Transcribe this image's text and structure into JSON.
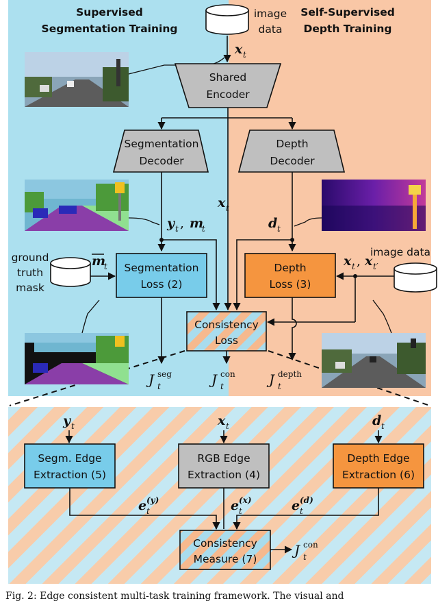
{
  "sections": {
    "supervised_line1": "Supervised",
    "supervised_line2": "Segmentation Training",
    "selfsup_line1": "Self-Supervised",
    "selfsup_line2": "Depth Training"
  },
  "image_data_top": {
    "line1": "image",
    "line2": "data"
  },
  "image_data_right": "image data",
  "ground_truth": {
    "line1": "ground",
    "line2": "truth",
    "line3": "mask"
  },
  "boxes": {
    "shared_encoder": {
      "line1": "Shared",
      "line2": "Encoder"
    },
    "seg_decoder": {
      "line1": "Segmentation",
      "line2": "Decoder"
    },
    "depth_decoder": {
      "line1": "Depth",
      "line2": "Decoder"
    },
    "seg_loss": {
      "line1": "Segmentation",
      "line2": "Loss (2)"
    },
    "depth_loss": {
      "line1": "Depth",
      "line2": "Loss (3)"
    },
    "consistency_loss": {
      "line1": "Consistency",
      "line2": "Loss"
    },
    "segm_edge": {
      "line1": "Segm. Edge",
      "line2": "Extraction (5)"
    },
    "rgb_edge": {
      "line1": "RGB Edge",
      "line2": "Extraction (4)"
    },
    "depth_edge": {
      "line1": "Depth Edge",
      "line2": "Extraction (6)"
    },
    "consistency_measure": {
      "line1": "Consistency",
      "line2": "Measure (7)"
    }
  },
  "symbols": {
    "x": "x",
    "t": "t",
    "y": "y",
    "m": "m",
    "d": "d",
    "e": "e",
    "comma": ",",
    "prime_t": "t′",
    "J": "J",
    "seg": "seg",
    "con": "con",
    "depth": "depth",
    "paren_y": "(y)",
    "paren_x": "(x)",
    "paren_d": "(d)"
  },
  "caption": "Fig. 2: Edge consistent multi-task training framework. The visual and"
}
